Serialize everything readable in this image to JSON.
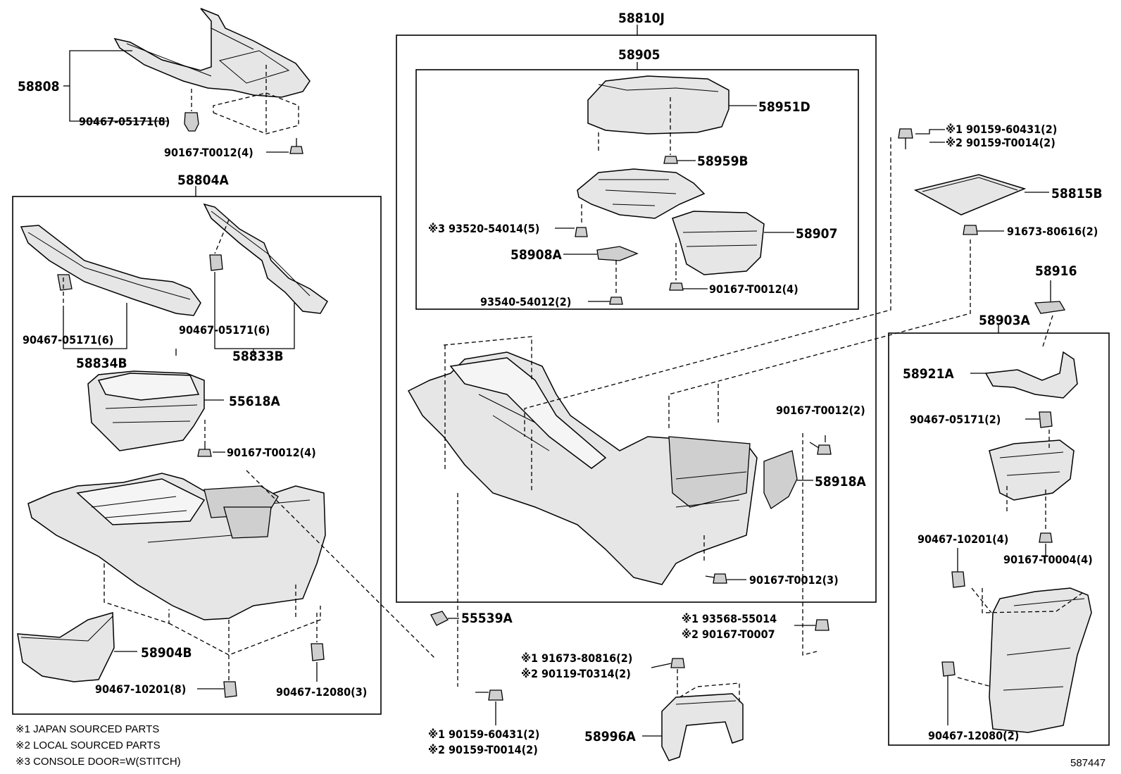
{
  "labels": {
    "p58810j": "58810J",
    "p58905": "58905",
    "p58951d": "58951D",
    "p58959b": "58959B",
    "p93520": "※3 93520-54014(5)",
    "p58907": "58907",
    "p58908a": "58908A",
    "p93540": "93540-54012(2)",
    "p90167_4_inner": "90167-T0012(4)",
    "p58808": "58808",
    "p90467_8": "90467-05171(8)",
    "p90167_4_top": "90167-T0012(4)",
    "p58804a": "58804A",
    "p90467_6a": "90467-05171(6)",
    "p90467_6b": "90467-05171(6)",
    "p58834b": "58834B",
    "p58833b": "58833B",
    "p55618a": "55618A",
    "p90167_4_left": "90167-T0012(4)",
    "p58904b": "58904B",
    "p90467_10201_8": "90467-10201(8)",
    "p90467_12080_3": "90467-12080(3)",
    "p55539a": "55539A",
    "p90159_j1": "※1 90159-60431(2)",
    "p90159_l1": "※2 90159-T0014(2)",
    "p58815b": "58815B",
    "p91673_80616": "91673-80616(2)",
    "p58916": "58916",
    "p58903a": "58903A",
    "p58921a": "58921A",
    "p90467_05171_2": "90467-05171(2)",
    "p90467_10201_4": "90467-10201(4)",
    "p90167_t0004": "90167-T0004(4)",
    "p90467_12080_2": "90467-12080(2)",
    "p90167_2": "90167-T0012(2)",
    "p58918a": "58918A",
    "p90167_3": "90167-T0012(3)",
    "p93568": "※1 93568-55014",
    "p90167_t0007": "※2 90167-T0007",
    "p91673_80816": "※1 91673-80816(2)",
    "p90119": "※2 90119-T0314(2)",
    "p58996a": "58996A",
    "p90159_j2": "※1 90159-60431(2)",
    "p90159_l2": "※2 90159-T0014(2)"
  },
  "notes": [
    "※1 JAPAN SOURCED PARTS",
    "※2 LOCAL SOURCED PARTS",
    "※3 CONSOLE DOOR=W(STITCH)"
  ],
  "figure_number": "587447"
}
